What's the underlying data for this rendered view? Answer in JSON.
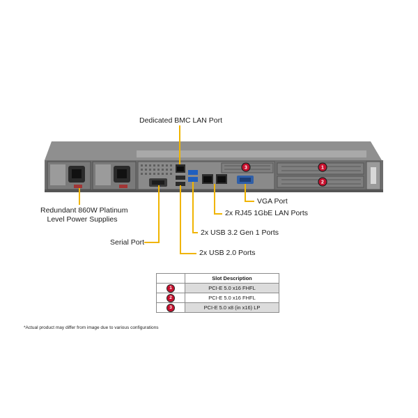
{
  "callouts": {
    "bmc_lan": "Dedicated BMC LAN Port",
    "psu_line1": "Redundant  860W Platinum",
    "psu_line2": "Level Power Supplies",
    "serial": "Serial Port",
    "usb2": "2x USB 2.0 Ports",
    "usb3": "2x USB 3.2 Gen 1 Ports",
    "rj45": "2x RJ45 1GbE LAN Ports",
    "vga": "VGA Port"
  },
  "slot_table": {
    "header": "Slot Description",
    "rows": [
      {
        "num": "1",
        "desc": "PCI-E  5.0 x16 FHFL"
      },
      {
        "num": "2",
        "desc": "PCI-E  5.0 x16 FHFL"
      },
      {
        "num": "3",
        "desc": "PCI-E  5.0 x8 (in x16) LP"
      }
    ]
  },
  "slot_markers": [
    "3",
    "1",
    "2"
  ],
  "disclaimer": "*Actual product may differ from image due to various configurations",
  "colors": {
    "callout_line": "#f0b400",
    "marker": "#c8102e",
    "chassis": "#6e6e6e",
    "usb3_blue": "#1f5fbf",
    "vga_blue": "#2f5fa8"
  }
}
